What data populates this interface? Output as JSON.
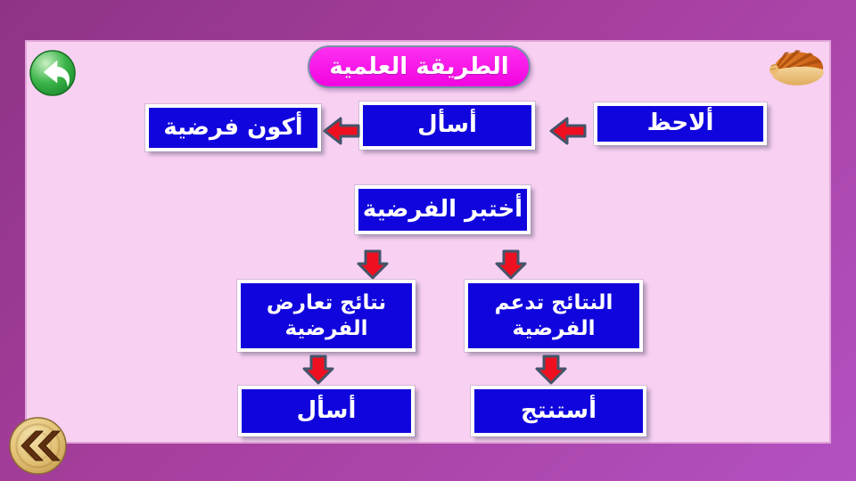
{
  "header": {
    "title": "الطريقة العلمية"
  },
  "icons": {
    "back": "back-arrow-icon",
    "shell": "seashell-icon",
    "previous": "double-chevron-left-icon",
    "flow_arrow_left": "arrow-left-icon",
    "flow_arrow_down": "arrow-down-icon"
  },
  "flowchart": {
    "nodes": {
      "observe": "ألاحظ",
      "ask": "أسأل",
      "form_hypothesis": "أكون فرضية",
      "test_hypothesis": "أختبر الفرضية",
      "results_contradict": "نتائج تعارض الفرضية",
      "results_support": "النتائج تدعم الفرضية",
      "ask_again": "أسأل",
      "conclude": "أستنتج"
    },
    "connections": [
      "observe -> ask",
      "ask -> form_hypothesis",
      "test_hypothesis -> results_contradict",
      "test_hypothesis -> results_support",
      "results_contradict -> ask_again",
      "results_support -> conclude"
    ]
  },
  "colors": {
    "frame_purple": "#a63e9d",
    "panel_pink": "#f8d0f2",
    "node_blue": "#1105dd",
    "node_border": "#ffffff",
    "arrow_red": "#ee1020",
    "arrow_outline": "#44546a",
    "title_magenta": "#f509e4",
    "back_button_green": "#2fae3c",
    "wood_button_tan": "#e3c277"
  }
}
